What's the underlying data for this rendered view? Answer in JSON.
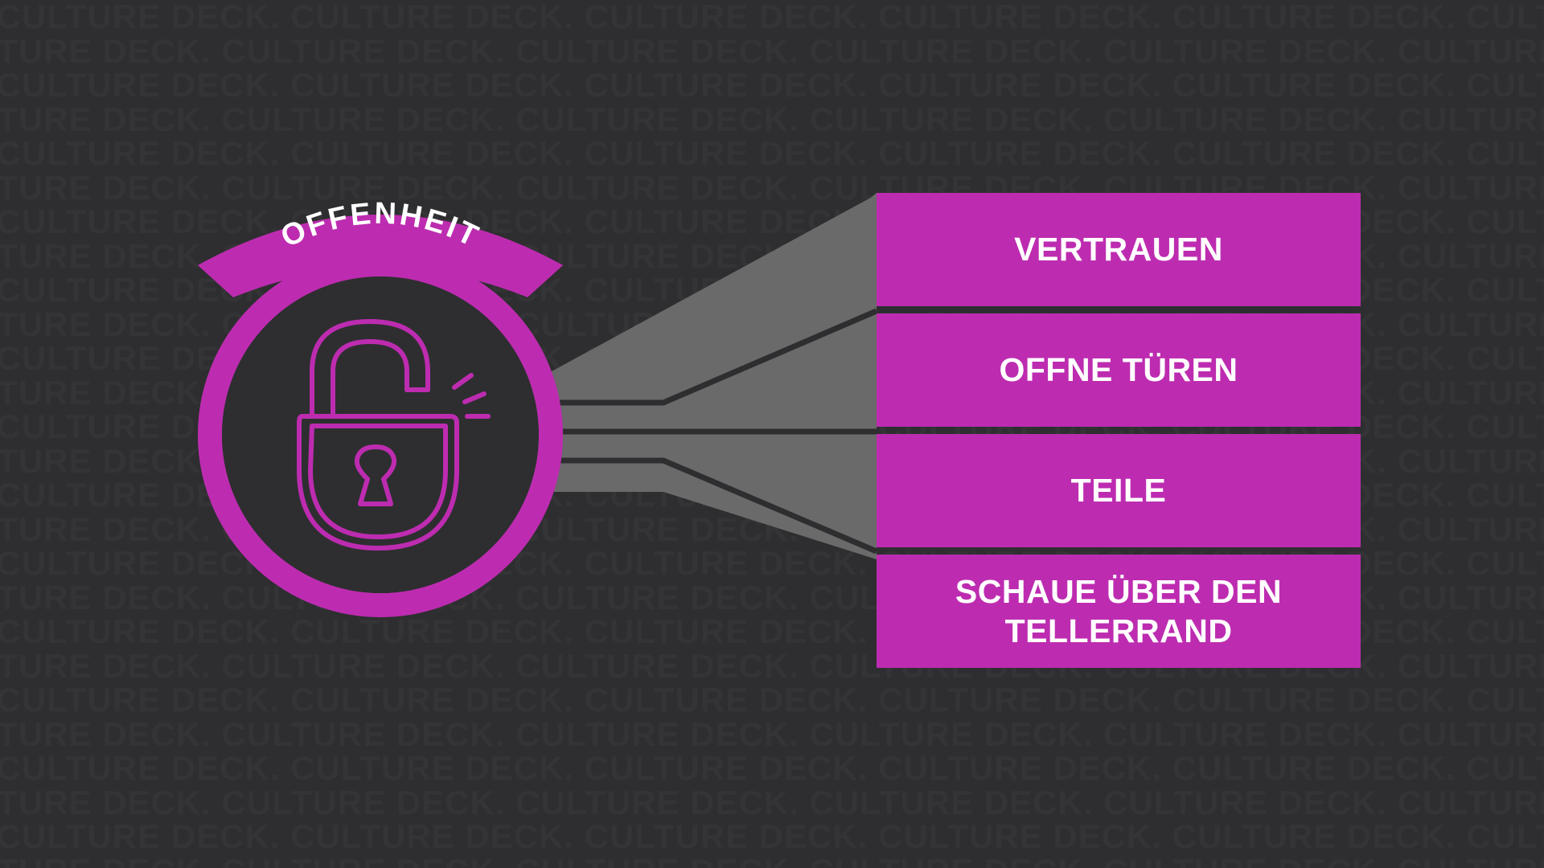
{
  "watermark": {
    "text": "CULTURE DECK."
  },
  "badge": {
    "title": "OFFENHEIT",
    "icon": "open-padlock-icon"
  },
  "items": [
    {
      "label": "VERTRAUEN"
    },
    {
      "label": "OFFNE TÜREN"
    },
    {
      "label": "TEILE"
    },
    {
      "label": "SCHAUE ÜBER DEN TELLERRAND"
    }
  ],
  "colors": {
    "background": "#2e2e30",
    "accent": "#bd2cb0",
    "connector": "#6a6a6a",
    "text": "#ffffff"
  }
}
